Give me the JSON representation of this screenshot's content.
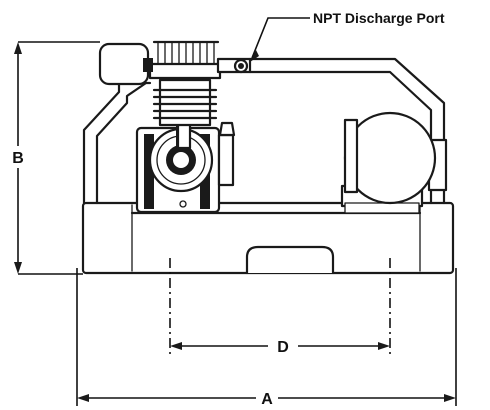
{
  "callout": {
    "text": "NPT Discharge Port"
  },
  "dimensions": {
    "a": "A",
    "b": "B",
    "d": "D"
  }
}
